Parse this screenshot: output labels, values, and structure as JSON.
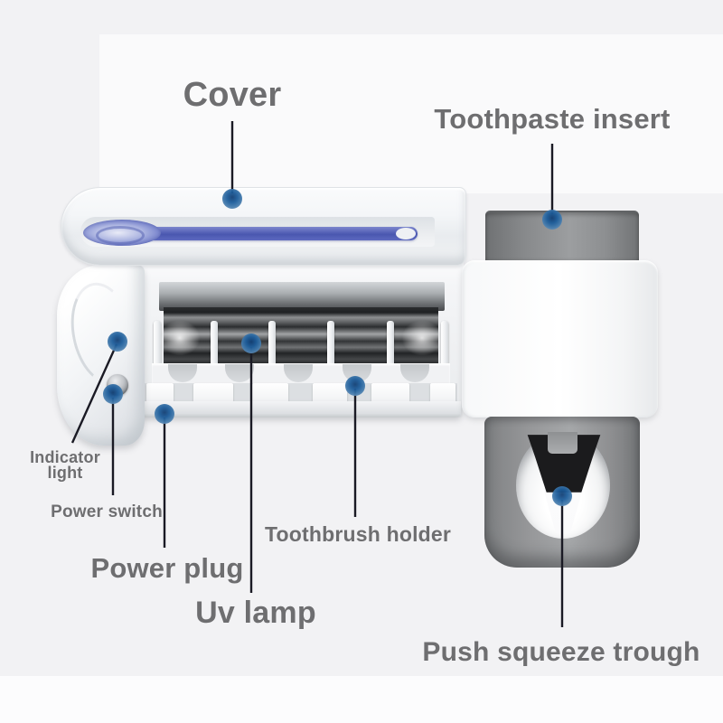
{
  "diagram": {
    "subject": "UV toothbrush sterilizer holder with automatic toothpaste dispenser",
    "annotation_count": 8
  },
  "annotations": {
    "cover": {
      "label": "Cover"
    },
    "toothpaste_insert": {
      "label": "Toothpaste insert"
    },
    "indicator_light": {
      "label": "Indicator light"
    },
    "power_switch": {
      "label": "Power switch"
    },
    "power_plug": {
      "label": "Power plug"
    },
    "uv_lamp": {
      "label": "Uv lamp"
    },
    "toothbrush_holder": {
      "label": "Toothbrush holder"
    },
    "push_squeeze_trough": {
      "label": "Push squeeze trough"
    }
  },
  "style": {
    "background_color": "#f2f2f4",
    "label_text_color": "#6e6e70",
    "leader_line_color": "#1a1a24",
    "marker_blue": "#1d5d9b",
    "toothbrush_blue": "#4a57b0",
    "product_gray": "#97989a"
  }
}
